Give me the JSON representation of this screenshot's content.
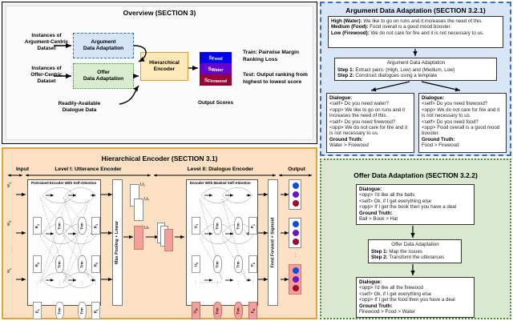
{
  "figure": {
    "colors": {
      "argument_panel_bg": "#d9e6f7",
      "argument_panel_border": "#3b6fc4",
      "offer_panel_bg": "#d9e8cf",
      "offer_panel_border": "#4d8a3c",
      "encoder_panel_bg": "#fbe0c4",
      "encoder_panel_border": "#e3a33a",
      "score_food": "#0000ee",
      "score_water": "#6600cc",
      "score_firewood": "#990033",
      "highlight_red": "#f4a09a"
    }
  },
  "overview": {
    "title": "Overview (SECTION 3)",
    "input_argument_label": "Instances of\nArgument-Centric\nDataset",
    "input_offer_label": "Instances of\nOffer-Centric\nDataset",
    "input_dialogue_label": "Readily-Available\nDialogue Data",
    "argument_box": "Argument\nData Adaptation",
    "offer_box": "Offer\nData Adaptation",
    "encoder_box": "Hierarchical\nEncoder",
    "output_scores_caption": "Output Scores",
    "scores": [
      {
        "name": "score-food",
        "prefix": "S",
        "sub": "Food",
        "color": "#0000ee"
      },
      {
        "name": "score-water",
        "prefix": "S",
        "sub": "Water",
        "color": "#6600cc"
      },
      {
        "name": "score-firewood",
        "prefix": "S",
        "sub": "Firewood",
        "color": "#990033"
      }
    ],
    "train_note": "Train: Pairwise Margin\nRanking Loss",
    "test_note": "Test: Output ranking from\nhighest to lowest score"
  },
  "argument_adaptation": {
    "title": "Argument Data Adaptation (SECTION 3.2.1)",
    "source_box": {
      "lines": [
        {
          "bold": "High (Water):",
          "rest": " We like to go on runs and it increases the need of this."
        },
        {
          "bold": "Medium (Food):",
          "rest": " Food overall is a good mood booster."
        },
        {
          "bold": "Low (Firewood):",
          "rest": " We do not care for fire and it is not necessary to us."
        }
      ]
    },
    "process_box": {
      "heading": "Argument Data Adaptation",
      "steps": [
        {
          "bold": "Step 1:",
          "rest": " Extract pairs: (High, Low) and (Medium, Low)"
        },
        {
          "bold": "Step 2:",
          "rest": " Construct dialogues using a template"
        }
      ]
    },
    "dialogue_left": {
      "heading": "Dialogue:",
      "turns": [
        "<self> Do you need water?",
        "<opp> We like to go on runs and it increases the need of this.",
        "<self> Do you need firewood?",
        "<opp> We do not care for fire and it is not necessary to us."
      ],
      "gt_heading": "Ground Truth:",
      "gt_value": "Water > Firewood"
    },
    "dialogue_right": {
      "heading": "Dialogue:",
      "turns": [
        "<self> Do you need firewood?",
        "<opp> We do not care for fire and it is not necessary to us.",
        "<self> Do you need food?",
        "<opp> Food overall is a good mood booster."
      ],
      "gt_heading": "Ground Truth:",
      "gt_value": "Food > Firewood"
    }
  },
  "offer_adaptation": {
    "title": "Offer Data Adaptation (SECTION 3.2.2)",
    "dialogue_in": {
      "heading": "Dialogue:",
      "turns": [
        "<opp> I'd like all the balls",
        "<self> Ok, if I get everything else",
        "<opp> If I get the book then you have a deal"
      ],
      "gt_heading": "Ground Truth:",
      "gt_value": "Ball > Book > Hat"
    },
    "process_box": {
      "heading": "Offer Data Adaptation",
      "steps": [
        {
          "bold": "Step 1:",
          "rest": " Map the issues"
        },
        {
          "bold": "Step 2:",
          "rest": " Transform the utterances"
        }
      ]
    },
    "dialogue_out": {
      "heading": "Dialogue:",
      "turns": [
        "<opp> I'd like all the firewood",
        "<self> Ok, if I get everything else",
        "<opp> If I get the food then you have a deal"
      ],
      "gt_heading": "Ground Truth:",
      "gt_value": "Firewood > Food > Water"
    }
  },
  "hierarchical_encoder": {
    "title": "Hierarchical Encoder (SECTION 3.1)",
    "stage_labels": {
      "input": "Input",
      "level1": "Level I: Utterance Encoder",
      "level2": "Level II: Dialogue Encoder",
      "output": "Output"
    },
    "level1": {
      "box_caption": "Pretrained Encoder With Self-Attention",
      "inputs": [
        "w",
        "w",
        "w"
      ],
      "input_subs": [
        "1",
        "2",
        "Lₙ"
      ],
      "rows": [
        {
          "embed": "E",
          "embed_sub": "1",
          "mid": [
            "Trm",
            "Trm"
          ],
          "out": "R",
          "out_sub": "1"
        },
        {
          "embed": "E",
          "embed_sub": "2",
          "mid": [
            "Trm",
            "Trm"
          ],
          "out": "R",
          "out_sub": "2"
        },
        {
          "embed": "E",
          "embed_sub": "Lₙ",
          "mid": [
            "Trm",
            "Trm"
          ],
          "out": "R",
          "out_sub": "Lₙ"
        }
      ],
      "pool_label": "Max Pooling + Linear",
      "utterance_labels": [
        "U₁",
        "U₂",
        "Uₙ"
      ]
    },
    "level2": {
      "box_caption": "Encoder With Masked Self-Attention",
      "rows": [
        {
          "u": "U₁",
          "mid": [
            "Trm",
            "Trm"
          ],
          "out": "F₁"
        },
        {
          "u": "U₂",
          "mid": [
            "Trm",
            "Trm"
          ],
          "out": "F₂"
        },
        {
          "u": "Uₙ",
          "mid": [
            "Trm",
            "Trm"
          ],
          "out": "Fₙ"
        }
      ],
      "head_label": "Feed Forward + Sigmoid"
    }
  }
}
